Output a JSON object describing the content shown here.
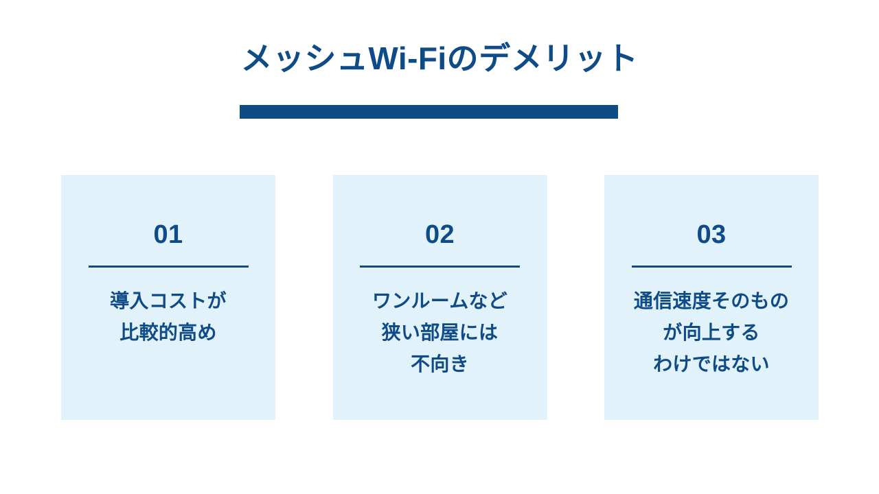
{
  "slide": {
    "background_color": "#ffffff",
    "accent_color": "#0e4b87",
    "card_background_color": "#e2f2fa",
    "title": "メッシュWi-Fiのデメリット"
  },
  "cards": [
    {
      "number": "01",
      "lines": [
        "導入コストが",
        "比較的高め"
      ],
      "text": "導入コストが比較的高め"
    },
    {
      "number": "02",
      "lines": [
        "ワンルームなど",
        "狭い部屋には",
        "不向き"
      ],
      "text": "ワンルームなど狭い部屋には不向き"
    },
    {
      "number": "03",
      "lines": [
        "通信速度そのもの",
        "が向上する",
        "わけではない"
      ],
      "text": "通信速度そのものが向上するわけではない"
    }
  ]
}
